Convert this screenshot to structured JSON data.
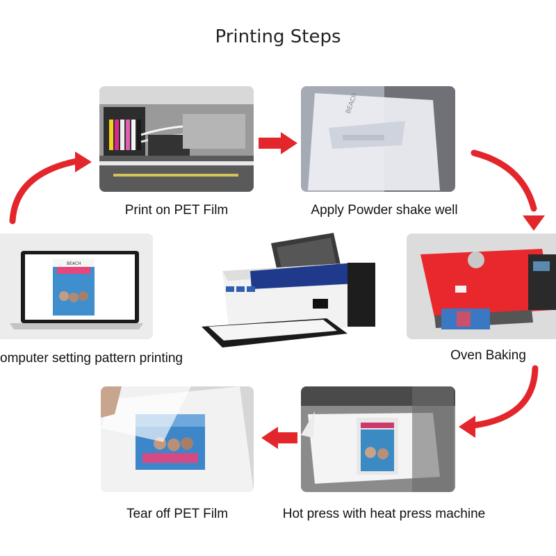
{
  "title": "Printing Steps",
  "steps": [
    {
      "caption": "Print on PET Film"
    },
    {
      "caption": "Apply Powder shake well"
    },
    {
      "caption": "Oven Baking"
    },
    {
      "caption": "Hot press with heat press machine"
    },
    {
      "caption": "Tear off PET Film"
    },
    {
      "caption": "omputer setting pattern printing"
    }
  ],
  "laptop_screen_text": "BEACH",
  "arrow_color": "#e3262c"
}
